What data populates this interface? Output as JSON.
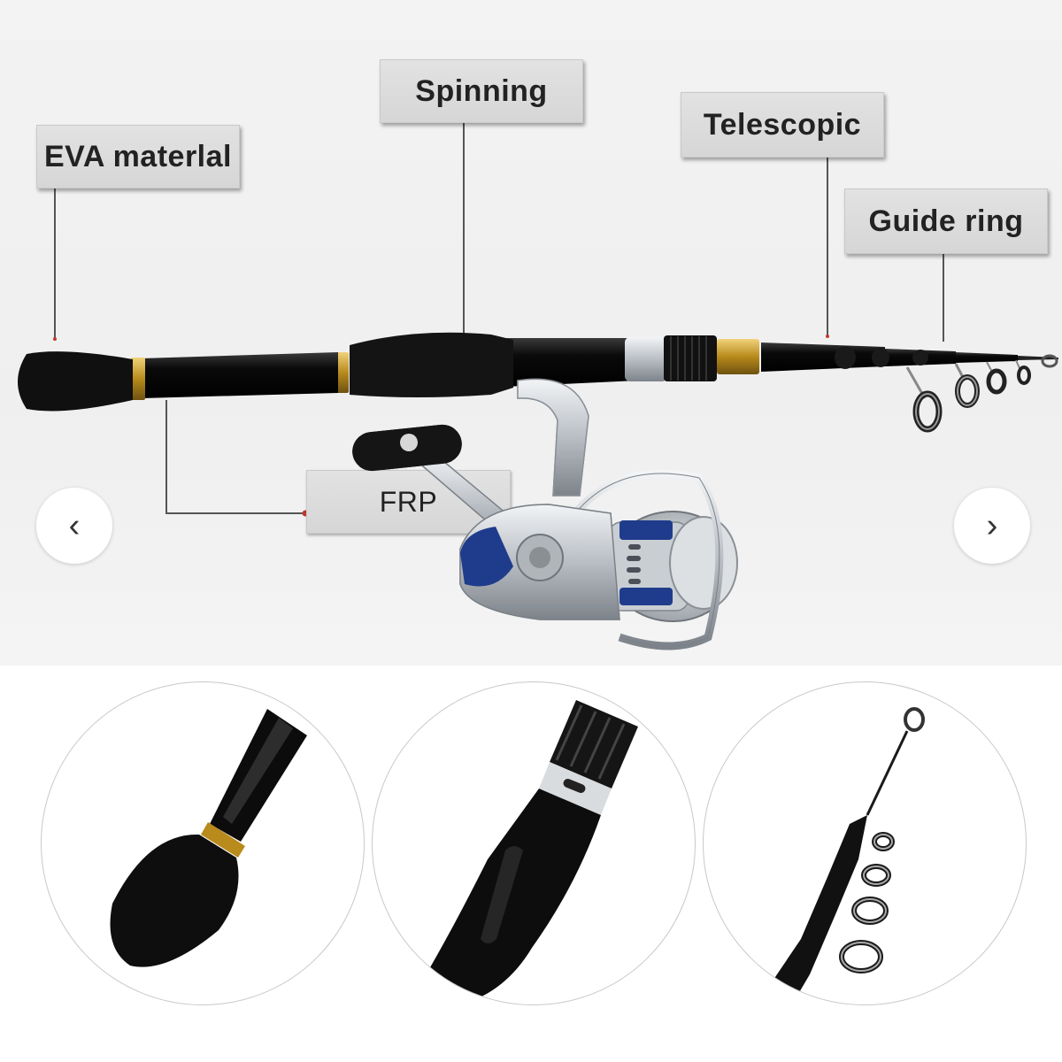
{
  "labels": {
    "eva": "EVA materlal",
    "spinning": "Spinning",
    "telescopic": "Telescopic",
    "guide_ring": "Guide ring",
    "frp": "FRP"
  },
  "nav": {
    "prev": "‹",
    "next": "›"
  },
  "colors": {
    "label_bg": "#d9d9d9",
    "rod_black": "#0d0d0d",
    "gold_ring": "#c9a230",
    "reel_silver": "#c4c8cc",
    "reel_blue": "#1f3c8c"
  },
  "icons": {
    "prev": "chevron-left-icon",
    "next": "chevron-right-icon"
  }
}
